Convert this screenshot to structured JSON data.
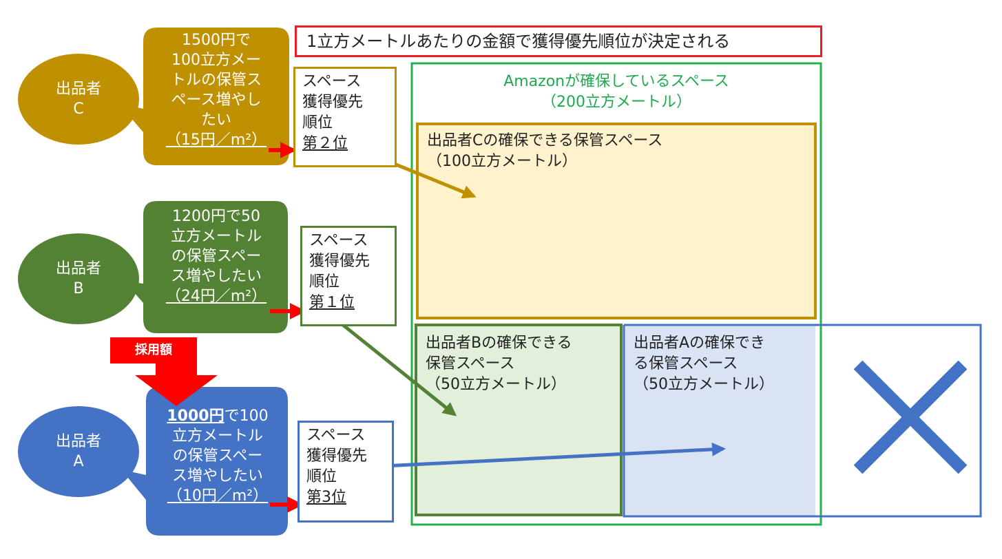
{
  "title": "1立方メートルあたりの金額で獲得優先順位が決定される",
  "amazon": {
    "line1": "Amazonが確保しているスペース",
    "line2": "（200立方メートル）",
    "color": "#22b24c"
  },
  "sellers": {
    "c": {
      "name_1": "出品者",
      "name_2": "C",
      "bubble": [
        "1500円で",
        "100立方メー",
        "トルの保管ス",
        "ペース増やし",
        "たい"
      ],
      "rate": "（15円／m²）",
      "rank": [
        "スペース",
        "獲得優先",
        "順位"
      ],
      "rank_value": "第２位",
      "space": [
        "出品者Cの確保できる保管スペース",
        "（100立方メートル）"
      ],
      "color": "#bf9000",
      "fill": "#fff2cc"
    },
    "b": {
      "name_1": "出品者",
      "name_2": "B",
      "bubble": [
        "1200円で50",
        "立方メートル",
        "の保管スペー",
        "ス増やしたい"
      ],
      "rate": "（24円／m²）",
      "rank": [
        "スペース",
        "獲得優先",
        "順位"
      ],
      "rank_value": "第１位",
      "space": [
        "出品者Bの確保できる",
        "保管スペース",
        "（50立方メートル）"
      ],
      "color": "#548235",
      "fill": "#e2efda"
    },
    "a": {
      "name_1": "出品者",
      "name_2": "A",
      "bubble_amount": "1000円",
      "bubble_first_rest": "で100",
      "bubble": [
        "立方メートル",
        "の保管スペー",
        "ス増やしたい"
      ],
      "rate": "（10円／m²）",
      "rank": [
        "スペース",
        "獲得優先",
        "順位"
      ],
      "rank_value": "第3位",
      "space": [
        "出品者Aの確保でき",
        "る保管スペース",
        "（50立方メートル）"
      ],
      "color": "#4472c4",
      "fill": "#dae3f3"
    }
  },
  "adopted_label": "採用額",
  "icons": {
    "reject": "x-icon",
    "arrow_color": "#ff0000"
  }
}
